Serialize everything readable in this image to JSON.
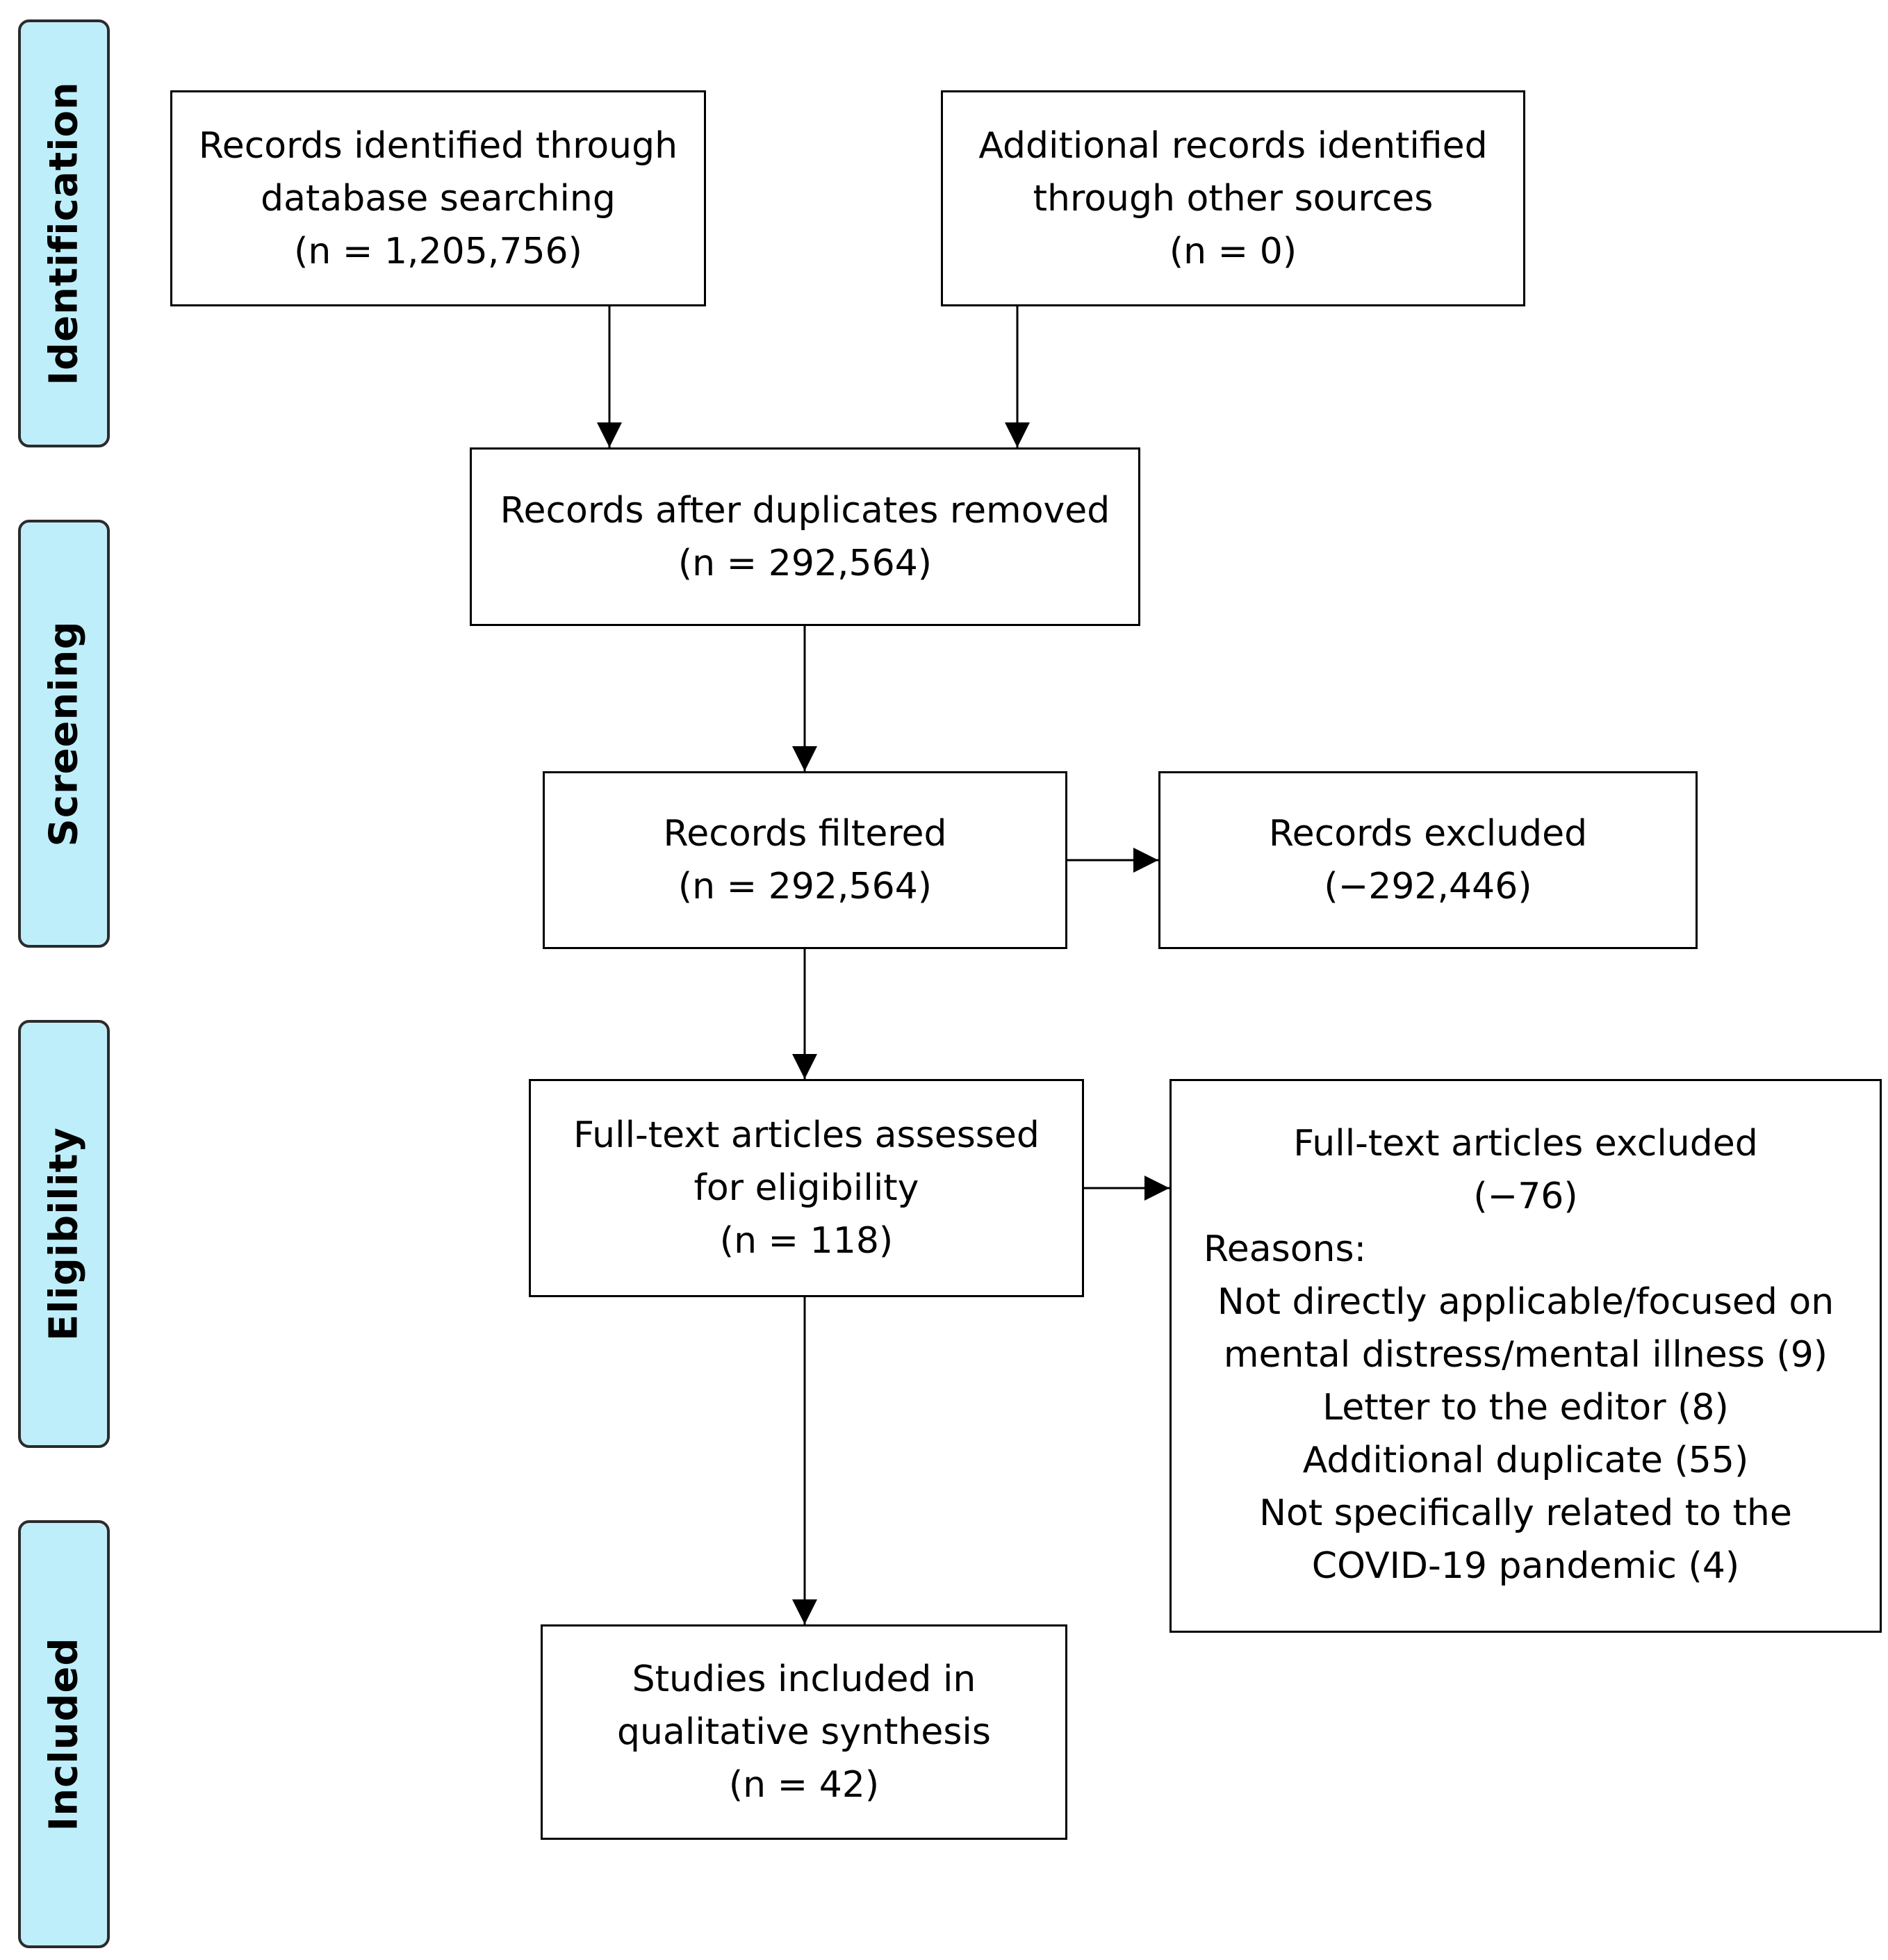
{
  "phases": {
    "identification": "Identification",
    "screening": "Screening",
    "eligibility": "Eligibility",
    "included": "Included"
  },
  "boxes": {
    "database_search": [
      "Records identified through",
      "database searching",
      "(n = 1,205,756)"
    ],
    "other_sources": [
      "Additional records identified",
      "through other sources",
      "(n = 0)"
    ],
    "duplicates_removed": [
      "Records after duplicates removed",
      "(n = 292,564)"
    ],
    "records_filtered": [
      "Records filtered",
      "(n = 292,564)"
    ],
    "records_excluded": [
      "Records excluded",
      "(−292,446)"
    ],
    "fulltext_assessed": [
      "Full-text articles assessed",
      "for eligibility",
      "(n = 118)"
    ],
    "fulltext_excluded": {
      "title": "Full-text articles excluded",
      "count": "(−76)",
      "reasons_label": "Reasons:",
      "reasons": [
        "Not directly applicable/focused on",
        "mental distress/mental illness (9)",
        "Letter to the editor (8)",
        "Additional duplicate (55)",
        "Not specifically related to the",
        "COVID-19 pandemic (4)"
      ]
    },
    "studies_included": [
      "Studies included in",
      "qualitative synthesis",
      "(n = 42)"
    ]
  }
}
